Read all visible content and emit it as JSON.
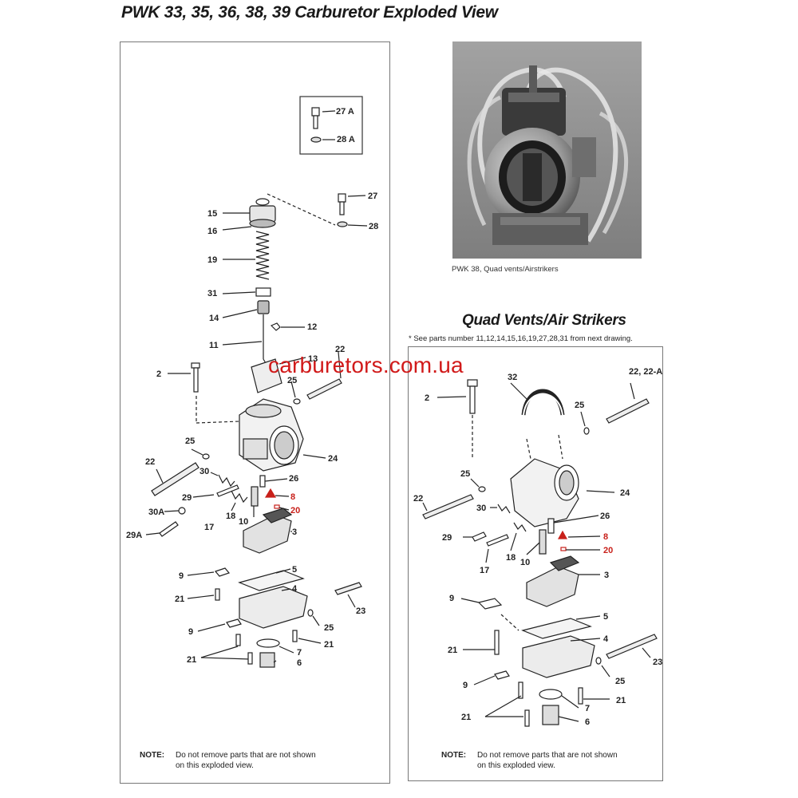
{
  "page_title": "PWK 33, 35, 36, 38, 39 Carburetor Exploded View",
  "photo": {
    "caption": "PWK 38, Quad vents/Airstrikers"
  },
  "quad_section": {
    "title": "Quad Vents/Air Strikers",
    "note": "* See parts number 11,12,14,15,16,19,27,28,31 from next drawing."
  },
  "watermark": "carburetors.com.ua",
  "left_note": {
    "label": "NOTE:",
    "text_line1": "Do not remove parts that are not shown",
    "text_line2": "on this exploded view."
  },
  "right_note": {
    "label": "NOTE:",
    "text_line1": "Do not remove parts that are not shown",
    "text_line2": "on this exploded view."
  },
  "colors": {
    "highlight": "#c8201a",
    "line": "#222222",
    "photo_background": "#8f8f8f"
  },
  "left_labels": {
    "l27a": "27 A",
    "l28a": "28 A",
    "l27": "27",
    "l28": "28",
    "l15": "15",
    "l16": "16",
    "l19": "19",
    "l31": "31",
    "l14": "14",
    "l12": "12",
    "l11": "11",
    "l13": "13",
    "l22top": "22",
    "l2": "2",
    "l25a": "25",
    "l25b": "25",
    "l24": "24",
    "l22": "22",
    "l30": "30",
    "l29": "29",
    "l26": "26",
    "l8": "8",
    "l20": "20",
    "l30a": "30A",
    "l17": "17",
    "l18": "18",
    "l10": "10",
    "l3": "3",
    "l29a": "29A",
    "l9a": "9",
    "l5": "5",
    "l21a": "21",
    "l4": "4",
    "l23": "23",
    "l25c": "25",
    "l9b": "9",
    "l21b": "21",
    "l7": "7",
    "l21c": "21",
    "l6": "6"
  },
  "right_labels": {
    "r32": "32",
    "r2": "2",
    "r22a": "22, 22-A",
    "r25a": "25",
    "r25b": "25",
    "r24": "24",
    "r22": "22",
    "r30": "30",
    "r26": "26",
    "r29": "29",
    "r8": "8",
    "r20": "20",
    "r18": "18",
    "r10": "10",
    "r17": "17",
    "r3": "3",
    "r9a": "9",
    "r5": "5",
    "r4": "4",
    "r21a": "21",
    "r23": "23",
    "r25c": "25",
    "r9b": "9",
    "r21b": "21",
    "r7": "7",
    "r21c": "21",
    "r6": "6"
  }
}
